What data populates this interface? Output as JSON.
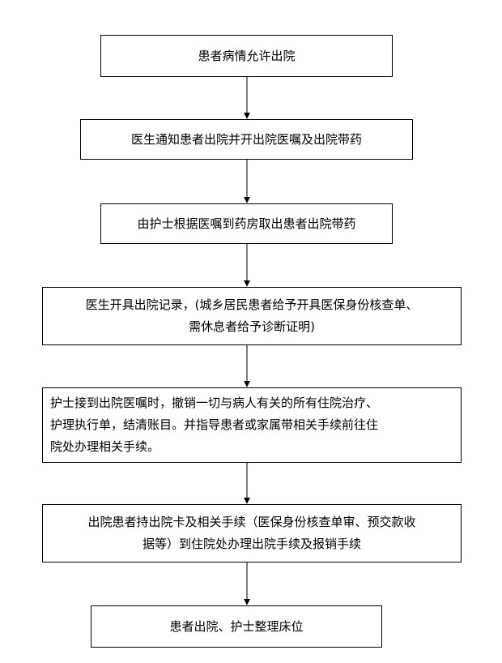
{
  "flowchart": {
    "steps": [
      "患者病情允许出院",
      "医生通知患者出院并开出院医嘱及出院带药",
      "由护士根据医嘱到药房取出患者出院带药",
      "医生开具出院记录，(城乡居民患者给予开具医保身份核查单、\n需休息者给予诊断证明)",
      "护士接到出院医嘱时，撤销一切与病人有关的所有住院治疗、\n护理执行单，结清账目。并指导患者或家属带相关手续前往住\n院处办理相关手续。",
      "出院患者持出院卡及相关手续（医保身份核查单审、预交款收\n据等）到住院处办理出院手续及报销手续",
      "患者出院、护士整理床位"
    ]
  }
}
